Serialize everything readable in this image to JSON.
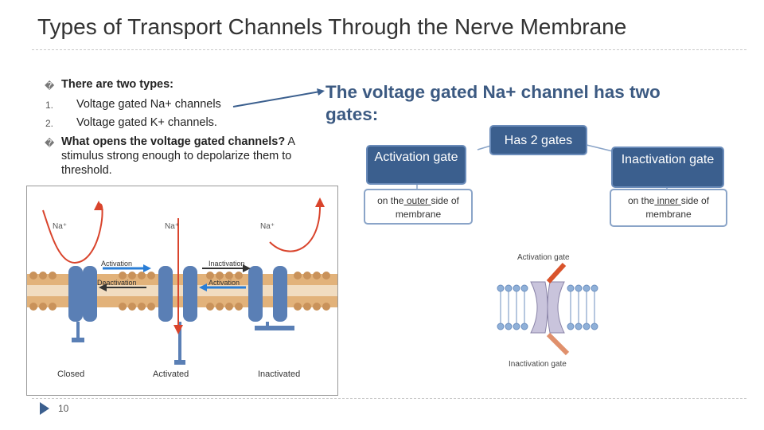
{
  "slide": {
    "title": "Types of Transport Channels Through the Nerve Membrane",
    "page_number": "10"
  },
  "left_text": {
    "bullet_1": "There are two types:",
    "item_1_num": "1.",
    "item_1": "Voltage gated Na+ channels",
    "item_2_num": "2.",
    "item_2": "Voltage gated K+ channels.",
    "bullet_2_bold": "What opens the voltage gated channels?",
    "bullet_2_rest": " A",
    "bullet_2_cont1": "stimulus strong enough to depolarize them to",
    "bullet_2_cont2": "threshold.",
    "bullet_glyph": "�"
  },
  "right_text": {
    "subtitle": "The voltage gated Na+ channel has two gates:",
    "has_gates": "Has 2 gates",
    "activation_gate": "Activation gate",
    "inactivation_gate": "Inactivation gate",
    "activation_desc_pre": "on the",
    "activation_desc_u": " outer ",
    "activation_desc_post": "side of membrane",
    "inactivation_desc_pre": "on the",
    "inactivation_desc_u": " inner ",
    "inactivation_desc_post": "side of membrane"
  },
  "figure_left": {
    "ion_1": "Na⁺",
    "ion_2": "Na⁺",
    "ion_3": "Na⁺",
    "activation": "Activation",
    "deactivation": "Deactivation",
    "inactivation": "Inactivation",
    "activation_2": "Activation",
    "state_closed": "Closed",
    "state_activated": "Activated",
    "state_inactivated": "Inactivated"
  },
  "figure_right": {
    "top_label": "Activation gate",
    "bottom_label": "Inactivation gate"
  },
  "colors": {
    "accent": "#3b5f8e",
    "subtitle": "#3c5a82",
    "channel": "#5a7fb5",
    "ion_arrow": "#d9442c",
    "activation_arrow": "#2a7ed6"
  }
}
